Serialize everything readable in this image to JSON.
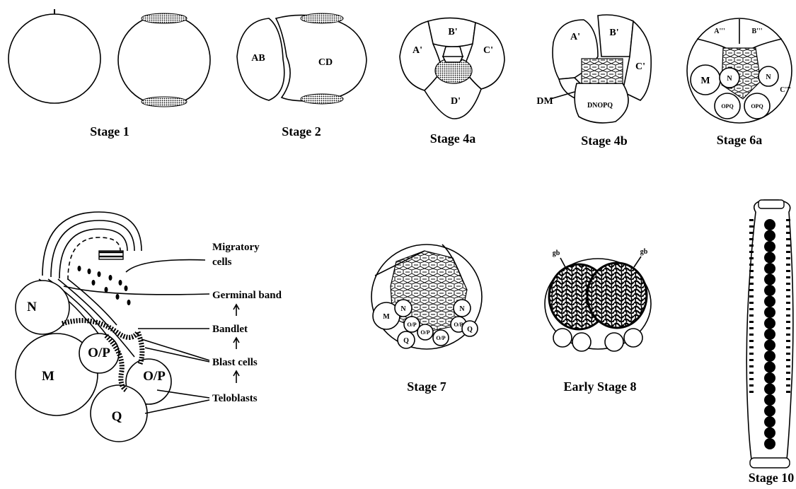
{
  "stages": {
    "s1": "Stage 1",
    "s2": "Stage 2",
    "s4a": "Stage 4a",
    "s4b": "Stage 4b",
    "s6a": "Stage 6a",
    "s7": "Stage 7",
    "s8": "Early Stage 8",
    "s10": "Stage 10"
  },
  "stage2_cells": {
    "ab": "AB",
    "cd": "CD"
  },
  "stage4a_cells": {
    "a": "A'",
    "b": "B'",
    "c": "C'",
    "d": "D'"
  },
  "stage4b_cells": {
    "a": "A'",
    "b": "B'",
    "c": "C'",
    "dm": "DM",
    "dnopq": "DNOPQ"
  },
  "stage6a_cells": {
    "a": "A'''",
    "b": "B'''",
    "c": "C'''",
    "m": "M",
    "n1": "N",
    "n2": "N",
    "opq1": "OPQ",
    "opq2": "OPQ"
  },
  "stage7_cells": {
    "m": "M",
    "n1": "N",
    "n2": "N",
    "op1": "O/P",
    "op2": "O/P",
    "op3": "O/P",
    "op4": "O/P",
    "q1": "Q",
    "q2": "Q"
  },
  "stage8_labels": {
    "gb1": "gb",
    "gb2": "gb"
  },
  "teloblast_diagram": {
    "cells": {
      "n": "N",
      "m": "M",
      "op1": "O/P",
      "op2": "O/P",
      "q": "Q"
    },
    "annotations": {
      "migratory_1": "Migratory",
      "migratory_2": "cells",
      "germinal_band": "Germinal band",
      "bandlet": "Bandlet",
      "blast_cells": "Blast cells",
      "teloblasts": "Teloblasts"
    }
  }
}
